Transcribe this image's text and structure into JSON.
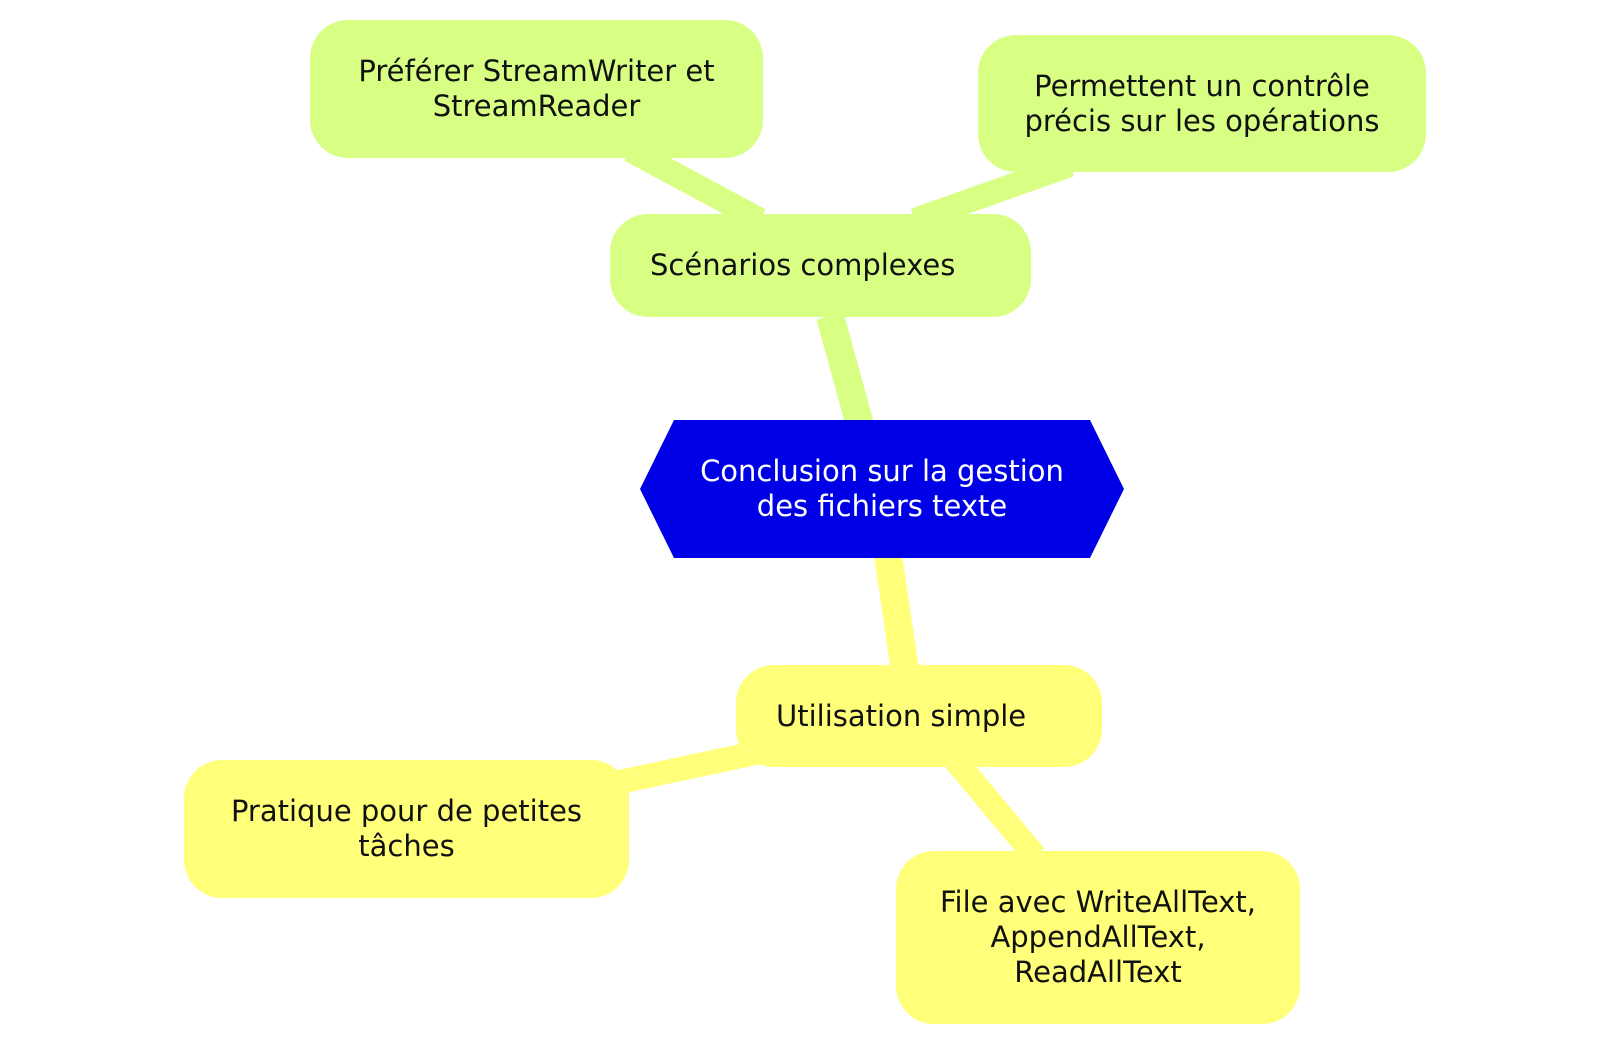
{
  "colors": {
    "root_fill": "#0000e6",
    "root_text": "#ffffff",
    "branch_green": "#d8ff84",
    "branch_yellow": "#ffff7a",
    "node_text": "#111111"
  },
  "root": {
    "label": "Conclusion sur la gestion des fichiers texte",
    "shape": "hexagon"
  },
  "branches": [
    {
      "label": "Scénarios complexes",
      "color": "#d8ff84",
      "children": [
        {
          "label": "Préférer StreamWriter et StreamReader"
        },
        {
          "label": "Permettent un contrôle précis sur les opérations"
        }
      ]
    },
    {
      "label": "Utilisation simple",
      "color": "#ffff7a",
      "children": [
        {
          "label": "Pratique pour de petites tâches"
        },
        {
          "label": "File avec WriteAllText, AppendAllText, ReadAllText"
        }
      ]
    }
  ]
}
